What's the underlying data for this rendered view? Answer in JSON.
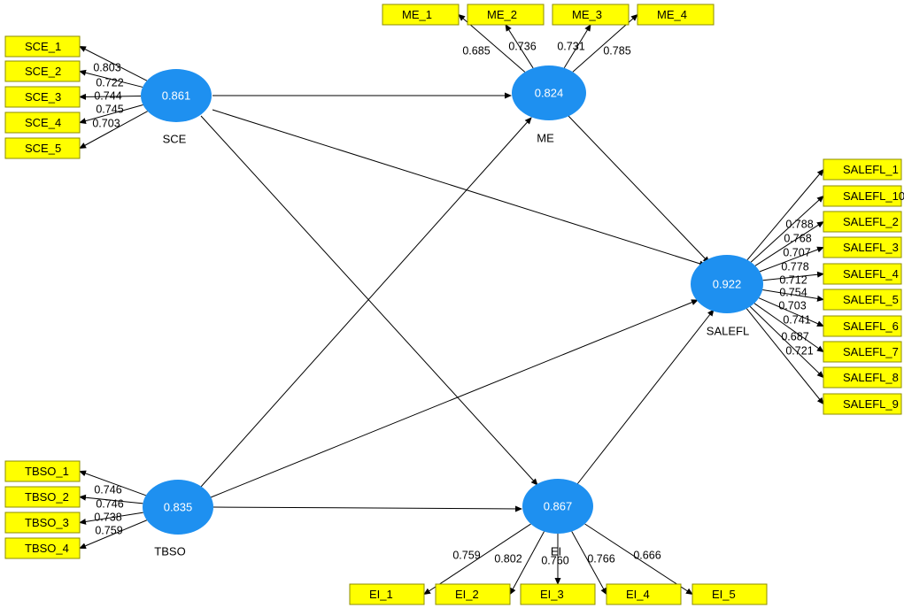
{
  "latents": [
    {
      "id": "SCE",
      "label": "SCE",
      "value": "0.861"
    },
    {
      "id": "ME",
      "label": "ME",
      "value": "0.824"
    },
    {
      "id": "SALEFL",
      "label": "SALEFL",
      "value": "0.922"
    },
    {
      "id": "TBSO",
      "label": "TBSO",
      "value": "0.835"
    },
    {
      "id": "EI",
      "label": "EI",
      "value": "0.867"
    }
  ],
  "indicators": [
    {
      "id": "SCE_1",
      "label": "SCE_1"
    },
    {
      "id": "SCE_2",
      "label": "SCE_2"
    },
    {
      "id": "SCE_3",
      "label": "SCE_3"
    },
    {
      "id": "SCE_4",
      "label": "SCE_4"
    },
    {
      "id": "SCE_5",
      "label": "SCE_5"
    },
    {
      "id": "ME_1",
      "label": "ME_1"
    },
    {
      "id": "ME_2",
      "label": "ME_2"
    },
    {
      "id": "ME_3",
      "label": "ME_3"
    },
    {
      "id": "ME_4",
      "label": "ME_4"
    },
    {
      "id": "SALEFL_1",
      "label": "SALEFL_1"
    },
    {
      "id": "SALEFL_10",
      "label": "SALEFL_10"
    },
    {
      "id": "SALEFL_2",
      "label": "SALEFL_2"
    },
    {
      "id": "SALEFL_3",
      "label": "SALEFL_3"
    },
    {
      "id": "SALEFL_4",
      "label": "SALEFL_4"
    },
    {
      "id": "SALEFL_5",
      "label": "SALEFL_5"
    },
    {
      "id": "SALEFL_6",
      "label": "SALEFL_6"
    },
    {
      "id": "SALEFL_7",
      "label": "SALEFL_7"
    },
    {
      "id": "SALEFL_8",
      "label": "SALEFL_8"
    },
    {
      "id": "SALEFL_9",
      "label": "SALEFL_9"
    },
    {
      "id": "TBSO_1",
      "label": "TBSO_1"
    },
    {
      "id": "TBSO_2",
      "label": "TBSO_2"
    },
    {
      "id": "TBSO_3",
      "label": "TBSO_3"
    },
    {
      "id": "TBSO_4",
      "label": "TBSO_4"
    },
    {
      "id": "EI_1",
      "label": "EI_1"
    },
    {
      "id": "EI_2",
      "label": "EI_2"
    },
    {
      "id": "EI_3",
      "label": "EI_3"
    },
    {
      "id": "EI_4",
      "label": "EI_4"
    },
    {
      "id": "EI_5",
      "label": "EI_5"
    }
  ],
  "loadings": [
    {
      "latent": "SCE",
      "indicator": "SCE_1",
      "value": "0.803"
    },
    {
      "latent": "SCE",
      "indicator": "SCE_2",
      "value": "0.722"
    },
    {
      "latent": "SCE",
      "indicator": "SCE_3",
      "value": "0.744"
    },
    {
      "latent": "SCE",
      "indicator": "SCE_4",
      "value": "0.745"
    },
    {
      "latent": "SCE",
      "indicator": "SCE_5",
      "value": "0.703"
    },
    {
      "latent": "ME",
      "indicator": "ME_1",
      "value": "0.685"
    },
    {
      "latent": "ME",
      "indicator": "ME_2",
      "value": "0.736"
    },
    {
      "latent": "ME",
      "indicator": "ME_3",
      "value": "0.731"
    },
    {
      "latent": "ME",
      "indicator": "ME_4",
      "value": "0.785"
    },
    {
      "latent": "SALEFL",
      "indicator": "SALEFL_1",
      "value": "0.788"
    },
    {
      "latent": "SALEFL",
      "indicator": "SALEFL_10",
      "value": "0.768"
    },
    {
      "latent": "SALEFL",
      "indicator": "SALEFL_2",
      "value": "0.707"
    },
    {
      "latent": "SALEFL",
      "indicator": "SALEFL_3",
      "value": "0.778"
    },
    {
      "latent": "SALEFL",
      "indicator": "SALEFL_4",
      "value": "0.712"
    },
    {
      "latent": "SALEFL",
      "indicator": "SALEFL_5",
      "value": "0.754"
    },
    {
      "latent": "SALEFL",
      "indicator": "SALEFL_6",
      "value": "0.703"
    },
    {
      "latent": "SALEFL",
      "indicator": "SALEFL_7",
      "value": "0.741"
    },
    {
      "latent": "SALEFL",
      "indicator": "SALEFL_8",
      "value": "0.687"
    },
    {
      "latent": "SALEFL",
      "indicator": "SALEFL_9",
      "value": "0.721"
    },
    {
      "latent": "TBSO",
      "indicator": "TBSO_1",
      "value": "0.746"
    },
    {
      "latent": "TBSO",
      "indicator": "TBSO_2",
      "value": "0.746"
    },
    {
      "latent": "TBSO",
      "indicator": "TBSO_3",
      "value": "0.738"
    },
    {
      "latent": "TBSO",
      "indicator": "TBSO_4",
      "value": "0.759"
    },
    {
      "latent": "EI",
      "indicator": "EI_1",
      "value": "0.759"
    },
    {
      "latent": "EI",
      "indicator": "EI_2",
      "value": "0.802"
    },
    {
      "latent": "EI",
      "indicator": "EI_3",
      "value": "0.760"
    },
    {
      "latent": "EI",
      "indicator": "EI_4",
      "value": "0.766"
    },
    {
      "latent": "EI",
      "indicator": "EI_5",
      "value": "0.666"
    }
  ],
  "paths": [
    {
      "from": "SCE",
      "to": "ME"
    },
    {
      "from": "SCE",
      "to": "SALEFL"
    },
    {
      "from": "SCE",
      "to": "EI"
    },
    {
      "from": "ME",
      "to": "SALEFL"
    },
    {
      "from": "TBSO",
      "to": "ME"
    },
    {
      "from": "TBSO",
      "to": "SALEFL"
    },
    {
      "from": "TBSO",
      "to": "EI"
    },
    {
      "from": "EI",
      "to": "SALEFL"
    }
  ],
  "colors": {
    "latent_fill": "#1e90f0",
    "indicator_fill": "#ffff00",
    "edge": "#000000"
  }
}
